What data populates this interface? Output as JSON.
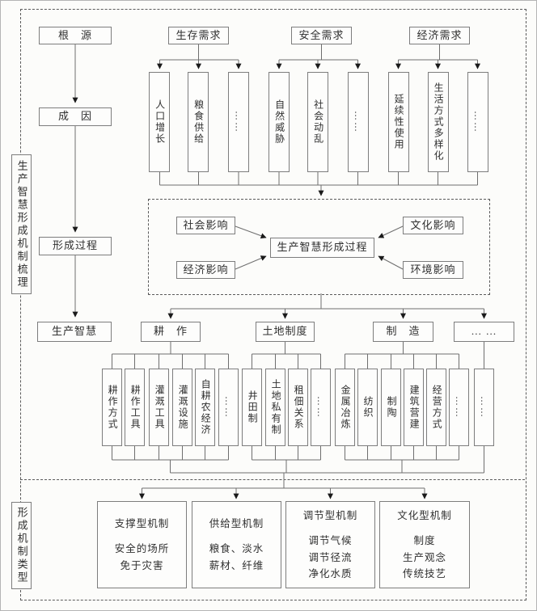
{
  "frame": {
    "section1_label": "生产智慧形成机制梳理",
    "section2_label": "形成机制类型"
  },
  "flow": {
    "root": "根　源",
    "cause": "成　因",
    "process": "形成过程",
    "wisdom": "生产智慧"
  },
  "needs": {
    "survival": {
      "label": "生存需求",
      "children": [
        "人口增长",
        "粮食供给",
        "……"
      ]
    },
    "safety": {
      "label": "安全需求",
      "children": [
        "自然威胁",
        "社会动乱",
        "……"
      ]
    },
    "economic": {
      "label": "经济需求",
      "children": [
        "延续性使用",
        "生活方式多样化",
        "……"
      ]
    }
  },
  "process_box": {
    "center": "生产智慧形成过程",
    "influences": [
      "社会影响",
      "文化影响",
      "经济影响",
      "环境影响"
    ]
  },
  "wisdom_categories": {
    "farming": {
      "label": "耕　作",
      "children": [
        "耕作方式",
        "耕作工具",
        "灌溉工具",
        "灌溉设施",
        "自耕农经济",
        "……"
      ]
    },
    "land": {
      "label": "土地制度",
      "children": [
        "井田制",
        "土地私有制",
        "租佃关系",
        "……"
      ]
    },
    "manufacturing": {
      "label": "制　造",
      "children": [
        "金属冶炼",
        "纺织",
        "制陶",
        "建筑营建",
        "经营方式",
        "……"
      ]
    },
    "others": {
      "label": "… …",
      "children": [
        "……"
      ]
    }
  },
  "mechanisms": [
    {
      "title": "支撑型机制",
      "lines": [
        "安全的场所",
        "免于灾害"
      ]
    },
    {
      "title": "供给型机制",
      "lines": [
        "粮食、淡水",
        "薪材、纤维"
      ]
    },
    {
      "title": "调节型机制",
      "lines": [
        "调节气候",
        "调节径流",
        "净化水质"
      ]
    },
    {
      "title": "文化型机制",
      "lines": [
        "制度",
        "生产观念",
        "传统技艺"
      ]
    }
  ],
  "colors": {
    "box_border": "#7d7d7d",
    "dashed_border": "#5a5a5a",
    "connector_line": "#6e6e6e",
    "arrowhead": "#1a1a1a",
    "text": "#2f2f2f",
    "background": "#fcfcfa"
  }
}
